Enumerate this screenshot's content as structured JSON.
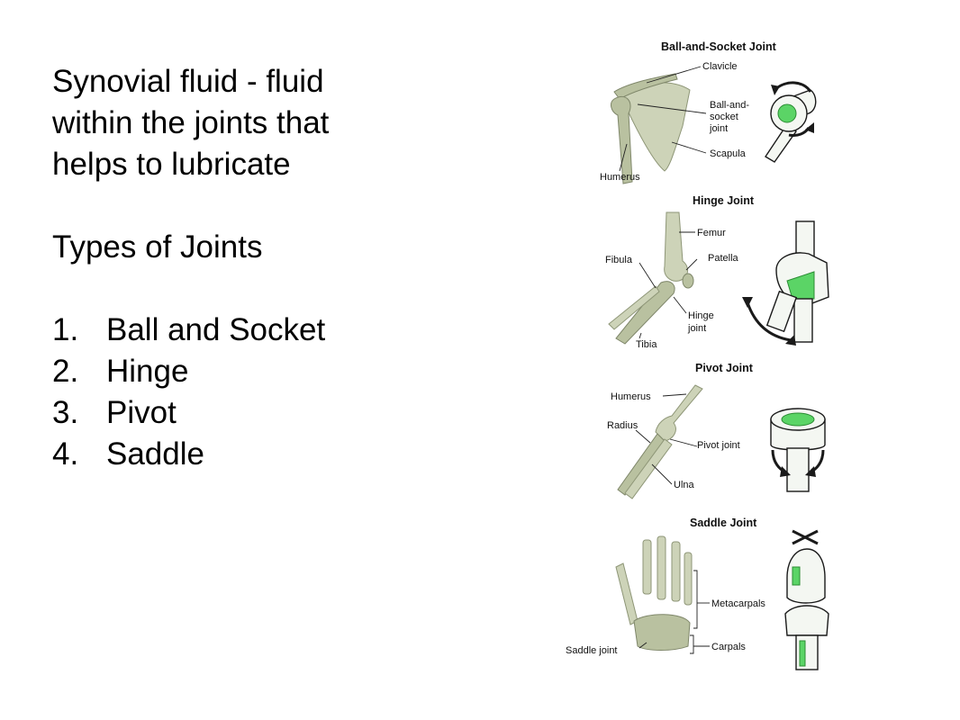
{
  "text": {
    "definition_lines": [
      "Synovial fluid - fluid",
      "within the joints that",
      "helps to lubricate"
    ],
    "types_heading": "Types of Joints",
    "types": [
      {
        "num": "1.",
        "label": "Ball and Socket"
      },
      {
        "num": "2.",
        "label": "Hinge"
      },
      {
        "num": "3.",
        "label": "Pivot"
      },
      {
        "num": "4.",
        "label": "Saddle"
      }
    ]
  },
  "figure": {
    "ball_socket": {
      "title": "Ball-and-Socket Joint",
      "labels": [
        "Clavicle",
        "Ball-and-",
        "socket",
        "joint",
        "Scapula",
        "Humerus"
      ]
    },
    "hinge": {
      "title": "Hinge Joint",
      "labels": [
        "Femur",
        "Fibula",
        "Patella",
        "Hinge",
        "joint",
        "Tibia"
      ]
    },
    "pivot": {
      "title": "Pivot Joint",
      "labels": [
        "Humerus",
        "Radius",
        "Pivot joint",
        "Ulna"
      ]
    },
    "saddle": {
      "title": "Saddle Joint",
      "labels": [
        "Metacarpals",
        "Saddle joint",
        "Carpals"
      ]
    }
  }
}
